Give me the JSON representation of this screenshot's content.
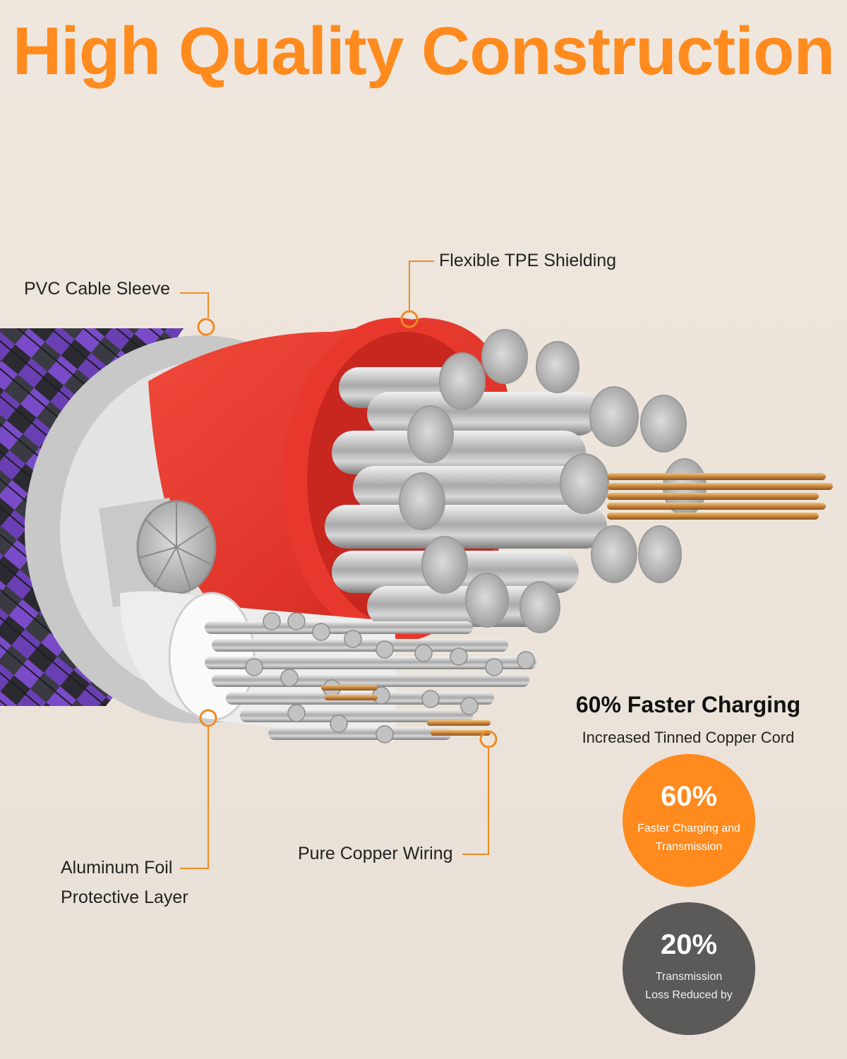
{
  "header": {
    "title": "High Quality Construction"
  },
  "labels": {
    "pvc": "PVC Cable Sleeve",
    "tpe": "Flexible TPE Shielding",
    "foil_line1": "Aluminum Foil",
    "foil_line2": "Protective Layer",
    "copper": "Pure Copper Wiring"
  },
  "stats": {
    "title": "60% Faster Charging",
    "subtitle": "Increased Tinned Copper Cord",
    "badge1": {
      "value": "60%",
      "line1": "Faster Charging and",
      "line2": "Transmission"
    },
    "badge2": {
      "value": "20%",
      "line1": "Transmission",
      "line2": "Loss Reduced by"
    }
  },
  "colors": {
    "accent": "#ff8b1f",
    "badge_gray": "#5b5a59",
    "sleeve_purple": "#6a3fb3",
    "tpe_red": "#e53a2f",
    "copper": "#c9863c"
  }
}
